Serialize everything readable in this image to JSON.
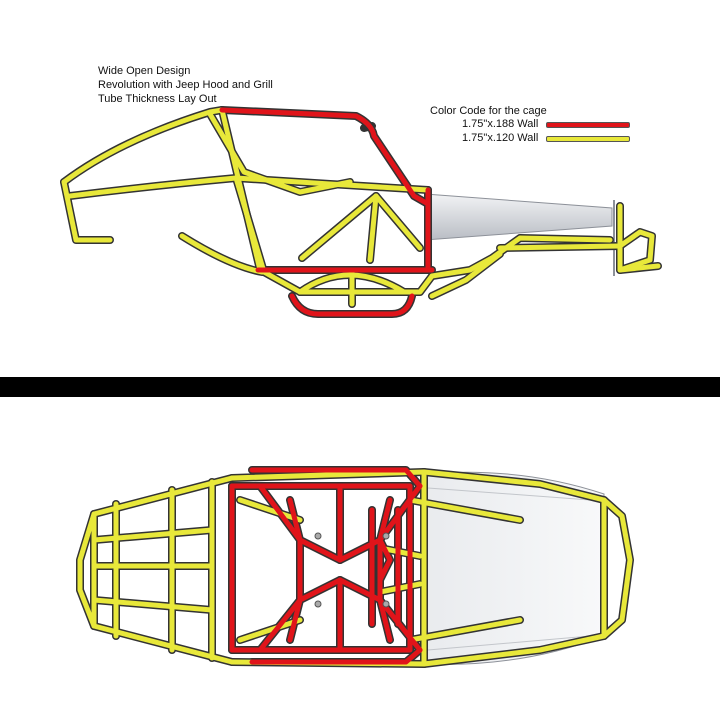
{
  "notes": {
    "line1": "Wide Open Design",
    "line2": "Revolution with Jeep Hood and Grill",
    "line3": "Tube Thickness Lay Out"
  },
  "legend": {
    "title": "Color Code for the cage",
    "items": [
      {
        "label": "1.75\"x.188 Wall",
        "color": "#e0141a"
      },
      {
        "label": "1.75\"x.120 Wall",
        "color": "#e8e83a"
      }
    ]
  },
  "colors": {
    "yellow_tube": "#e8e83a",
    "red_tube": "#e0141a",
    "tube_outline": "#333333",
    "glass": "#d8dbe0",
    "divider": "#000000"
  }
}
